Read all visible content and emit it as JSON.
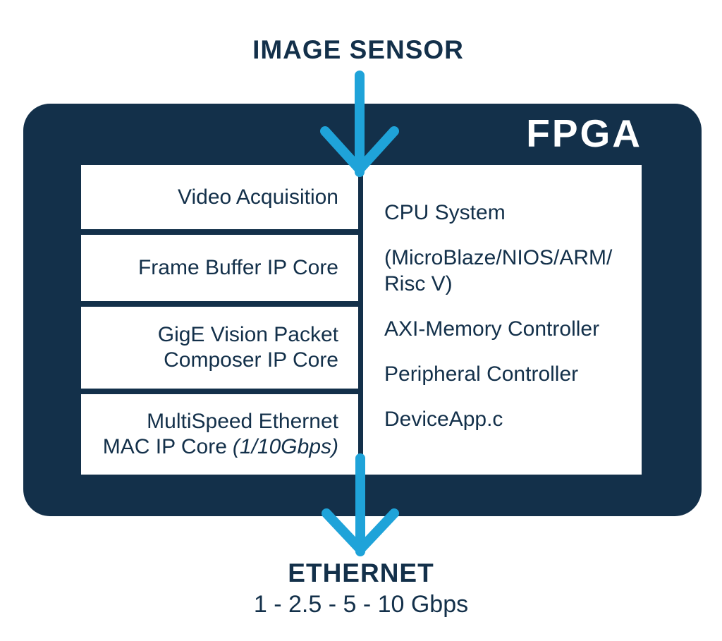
{
  "colors": {
    "navy": "#13304A",
    "arrow_blue": "#1FA3D9",
    "block_white": "#FFFFFF"
  },
  "top_label": "IMAGE SENSOR",
  "fpga": {
    "label": "FPGA",
    "left_blocks": [
      {
        "line1": "Video Acquisition"
      },
      {
        "line1": "Frame Buffer IP Core"
      },
      {
        "line1": "GigE Vision Packet",
        "line2": "Composer IP Core"
      },
      {
        "line1": "MultiSpeed Ethernet",
        "line2": "MAC IP Core",
        "line2_italic": "(1/10Gbps)"
      }
    ],
    "right_block_lines": [
      "CPU System",
      "(MicroBlaze/NIOS/ARM/",
      "Risc V)",
      "AXI-Memory Controller",
      "Peripheral Controller",
      "DeviceApp.c"
    ]
  },
  "bottom": {
    "label": "ETHERNET",
    "sublabel": "1 - 2.5 - 5 - 10 Gbps"
  }
}
